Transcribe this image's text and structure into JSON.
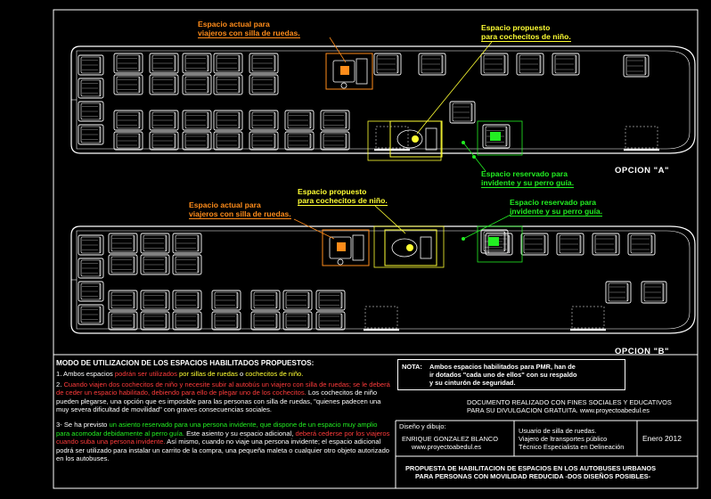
{
  "labels": {
    "a_current": [
      "Espacio actual para",
      "viajeros con silla de ruedas."
    ],
    "a_proposed": [
      "Espacio propuesto",
      "para cochecitos de niño."
    ],
    "a_reserved": [
      "Espacio  reservado  para",
      "invidente y su perro guía."
    ],
    "a_option": "OPCION  \"A\"",
    "b_current": [
      "Espacio actual para",
      "viajeros con silla de ruedas."
    ],
    "b_proposed": [
      "Espacio propuesto",
      "para cochecitos de niño."
    ],
    "b_reserved": [
      "Espacio  reservado  para",
      "invidente y su perro guía."
    ],
    "b_option": "OPCION  \"B\""
  },
  "notes": {
    "title": "MODO DE UTILIZACION DE LOS ESPACIOS HABILITADOS PROPUESTOS:",
    "p1": [
      "1. Ambos espacios ",
      "podrán ser utilizados",
      "  por sillas de ruedas",
      "  o  ",
      "cochecitos de niño."
    ],
    "p2": [
      "2. ",
      "Cuando viajen dos cochecitos de niño  y  necesite subir al autobús un viajero  con silla de ruedas;  se le deberá de ceder  un espacio habilitado,  debiendo  para ello de plegar uno  de los cochecitos.",
      "  Los  cochecitos de niño pueden  plegarse,  una opción que es imposible para las personas con silla de ruedas, \"quienes padecen una muy severa dificultad de movilidad\" con graves consecuencias sociales."
    ],
    "p3": [
      "3- Se ha previsto ",
      "un asiento  reservado para una  persona invidente,  que dispone  de un espacio muy amplio para acomodar debidamente al perro guía.",
      " Este asiento y su  espacio adicional,  ",
      "deberá cederse  por los viajeros cuando suba una persona invidente.",
      " Así mismo, cuando no viaje una persona invidente;  el espacio adicional podrá ser utilizado  para instalar un carrito  de la compra,  una pequeña  maleta  o cualquier otro objeto autorizado en los autobuses."
    ]
  },
  "nota": {
    "head": "NOTA:",
    "lines": [
      "Ambos espacios habilitados para PMR,  han de",
      "ir dotados \"cada uno de ellos\" con su respaldo",
      "y su cinturón de seguridad."
    ]
  },
  "document": [
    "DOCUMENTO REALIZADO CON FINES SOCIALES Y EDUCATIVOS",
    "PARA SU DIVULGACION GRATUITA.   www.proyectoabedul.es"
  ],
  "titleblock": {
    "design_label": "Diseño y dibujo:",
    "author": "ENRIQUE GONZALEZ BLANCO",
    "author_web": "www.proyectoabedul.es",
    "user": [
      "Usuario de silla de ruedas.",
      "Viajero de ltransportes público",
      "Técnico Especialista en Delineación"
    ],
    "date": "Enero 2012",
    "title": [
      "PROPUESTA DE HABILITACION DE ESPACIOS EN LOS AUTOBUSES URBANOS",
      "PARA PERSONAS CON MOVILIDAD REDUCIDA  -DOS DISEÑOS POSIBLES-"
    ]
  },
  "colors": {
    "orange": "#ff8c1a",
    "yellow": "#ffff33",
    "green": "#22ee22",
    "line": "#ffffff",
    "bg": "#000000"
  }
}
